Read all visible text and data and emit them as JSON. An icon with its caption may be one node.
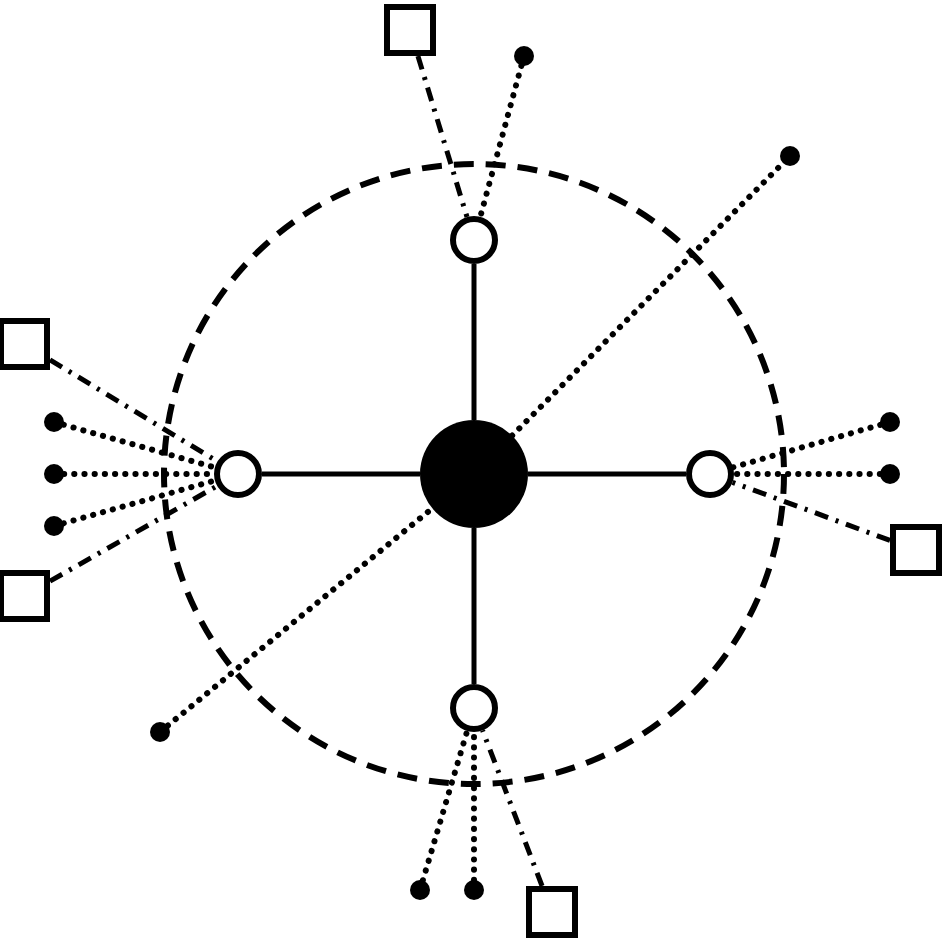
{
  "diagram": {
    "nodes": [
      {
        "text": [],
        "shape": "box"
      },
      {
        "text": [],
        "shape": "dot"
      },
      {
        "text": [],
        "shape": "dot"
      },
      {
        "text": [],
        "shape": "circle"
      },
      {
        "text": [],
        "shape": "box"
      },
      {
        "text": [],
        "shape": "dot"
      },
      {
        "text": [],
        "shape": "dot"
      },
      {
        "text": [],
        "shape": "circle"
      },
      {
        "text": [],
        "shape": "disc"
      },
      {
        "text": [],
        "shape": "circle"
      },
      {
        "text": [],
        "shape": "dot"
      },
      {
        "text": [],
        "shape": "dot"
      },
      {
        "text": [],
        "shape": "dot"
      },
      {
        "text": [],
        "shape": "box"
      },
      {
        "text": [],
        "shape": "box"
      },
      {
        "text": [],
        "shape": "circle"
      },
      {
        "text": [],
        "shape": "dot"
      },
      {
        "text": [],
        "shape": "dot"
      },
      {
        "text": [],
        "shape": "dot"
      },
      {
        "text": [],
        "shape": "box"
      }
    ],
    "edges": [
      {
        "from": 8,
        "to": 3,
        "arrow": "none"
      },
      {
        "from": 8,
        "to": 7,
        "arrow": "none"
      },
      {
        "from": 8,
        "to": 9,
        "arrow": "none"
      },
      {
        "from": 8,
        "to": 15,
        "arrow": "none"
      },
      {
        "from": 0,
        "to": 3,
        "arrow": "none",
        "style": "dashed"
      },
      {
        "from": 1,
        "to": 3,
        "arrow": "none",
        "style": "dashed"
      },
      {
        "from": 4,
        "to": 7,
        "arrow": "none",
        "style": "dashed"
      },
      {
        "from": 5,
        "to": 7,
        "arrow": "none",
        "style": "dashed"
      },
      {
        "from": 10,
        "to": 7,
        "arrow": "none",
        "style": "dashed"
      },
      {
        "from": 12,
        "to": 7,
        "arrow": "none",
        "style": "dashed"
      },
      {
        "from": 14,
        "to": 7,
        "arrow": "none",
        "style": "dashed"
      },
      {
        "from": 6,
        "to": 9,
        "arrow": "none",
        "style": "dashed"
      },
      {
        "from": 11,
        "to": 9,
        "arrow": "none",
        "style": "dashed"
      },
      {
        "from": 13,
        "to": 9,
        "arrow": "none",
        "style": "dashed"
      },
      {
        "from": 17,
        "to": 15,
        "arrow": "none",
        "style": "dashed"
      },
      {
        "from": 18,
        "to": 15,
        "arrow": "none",
        "style": "dashed"
      },
      {
        "from": 19,
        "to": 15,
        "arrow": "none",
        "style": "dashed"
      },
      {
        "from": 16,
        "to": 8,
        "arrow": "none",
        "style": "dashed"
      },
      {
        "from": 8,
        "to": 2,
        "arrow": "none",
        "style": "dashed"
      }
    ]
  }
}
